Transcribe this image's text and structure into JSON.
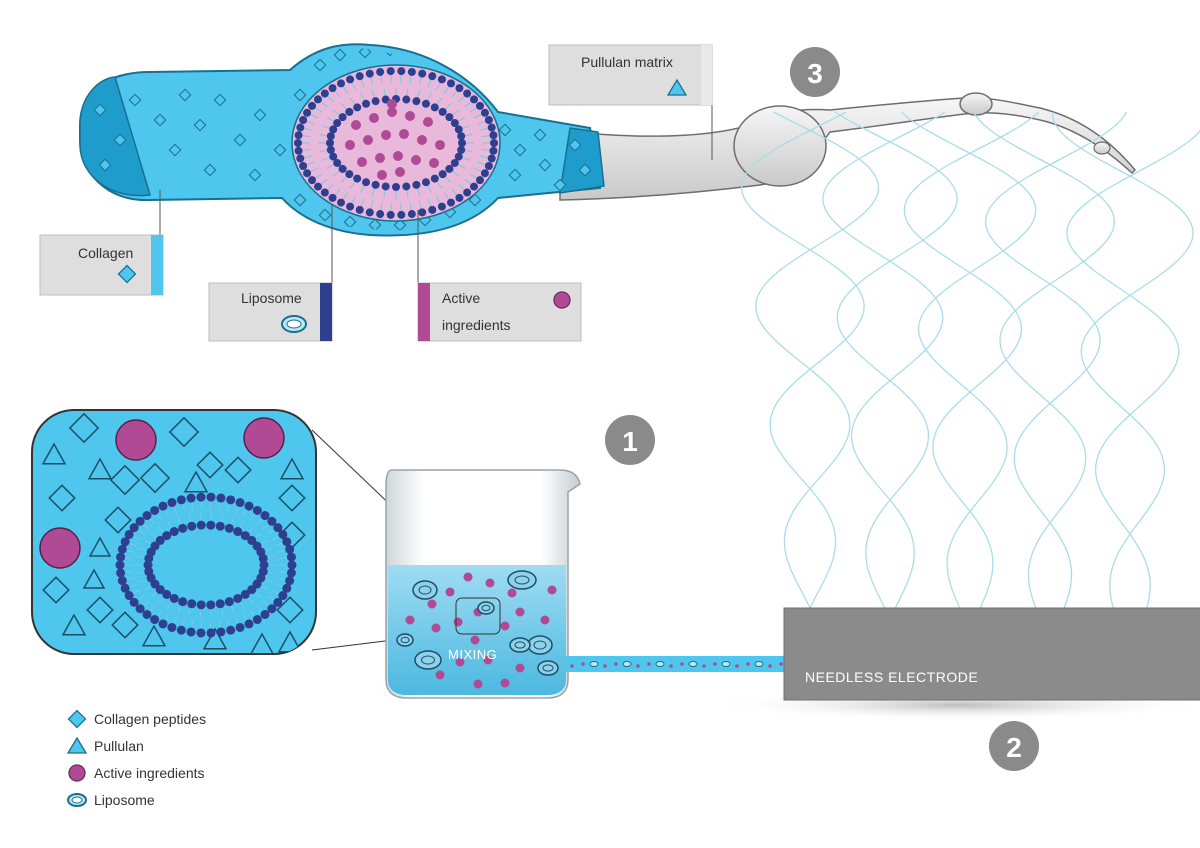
{
  "callouts": {
    "pullulan_matrix": "Pullulan matrix",
    "collagen": "Collagen",
    "liposome": "Liposome",
    "active_line1": "Active",
    "active_line2": "ingredients"
  },
  "steps": {
    "one": "1",
    "two": "2",
    "three": "3"
  },
  "mixing_label": "MIXING",
  "electrode_label": "NEEDLESS ELECTRODE",
  "legend": {
    "collagen_peptides": "Collagen peptides",
    "pullulan": "Pullulan",
    "active_ingredients": "Active ingredients",
    "liposome": "Liposome"
  },
  "colors": {
    "matrix_blue": "#4ec6ee",
    "outline_blue": "#1a6f8f",
    "liposome_navy": "#2e3f8f",
    "active_magenta": "#b04a95",
    "core_pink": "#e9b9dc",
    "fiber_line": "#a8dde9",
    "electrode_gray": "#8b8b8b",
    "step_badge_gray": "#8a8a8a",
    "callout_gray": "#dedede"
  }
}
